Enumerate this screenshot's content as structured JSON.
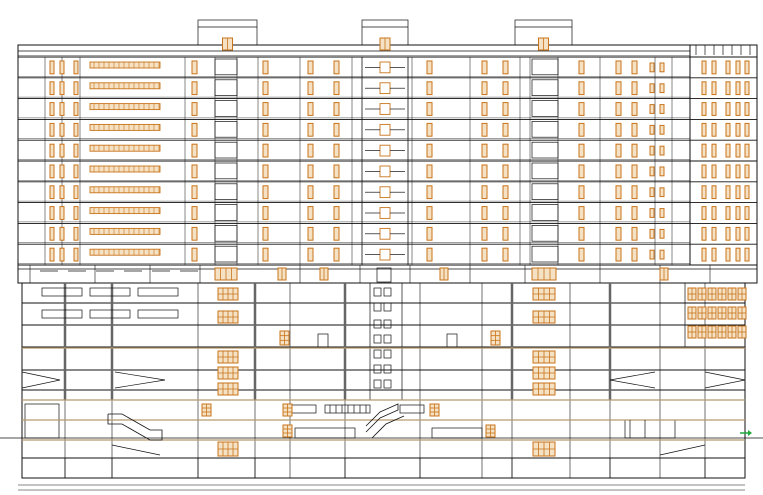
{
  "drawing": {
    "kind": "building section elevation",
    "colors": {
      "background": "#ffffff",
      "line": "#111111",
      "window": "#c8741a",
      "window_fill": "#f5e1c4",
      "accent_line": "#b89a6e",
      "ground_marker": "#1faa3a"
    },
    "tower_floor_count": 10,
    "podium_floor_count": 9,
    "ground_marker_label": ""
  }
}
